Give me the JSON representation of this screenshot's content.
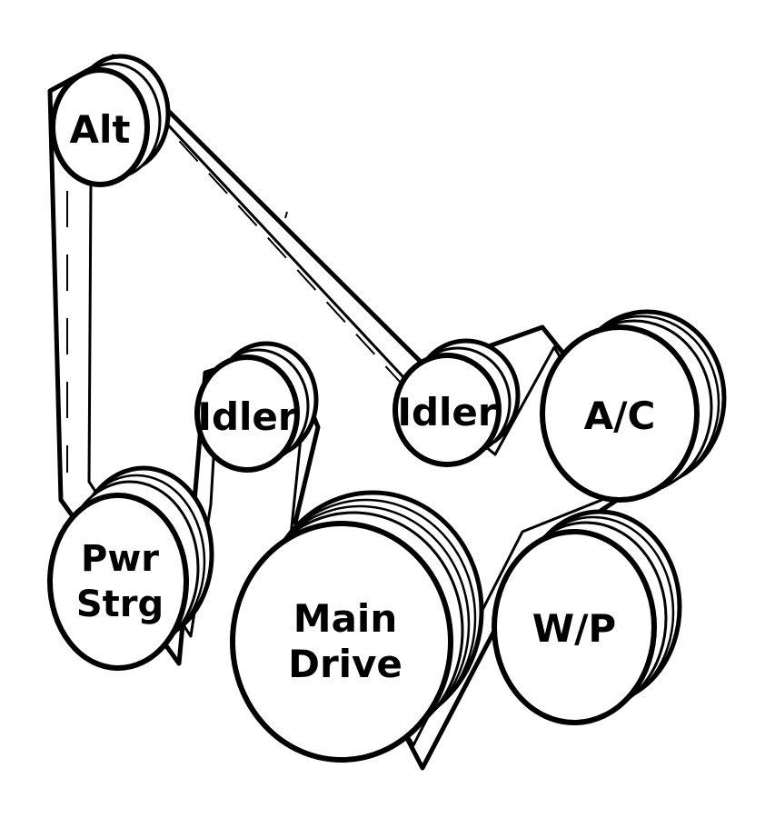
{
  "diagram": {
    "pulleys": {
      "alt": {
        "label": "Alt"
      },
      "idler_left": {
        "label": "Idler"
      },
      "idler_right": {
        "label": "Idler"
      },
      "ac": {
        "label": "A/C"
      },
      "pwr_strg": {
        "line1": "Pwr",
        "line2": "Strg"
      },
      "main_drive": {
        "line1": "Main",
        "line2": "Drive"
      },
      "wp": {
        "label": "W/P"
      }
    }
  }
}
